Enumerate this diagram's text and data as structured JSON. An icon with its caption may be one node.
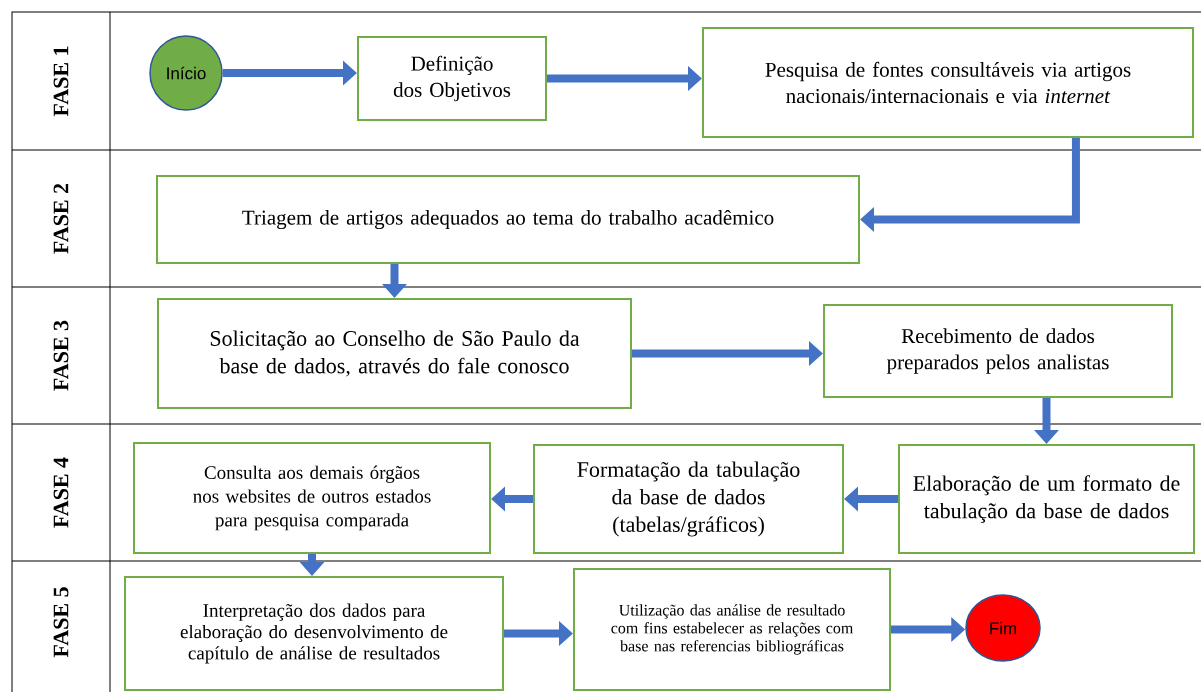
{
  "diagram": {
    "nodes": [
      {
        "text": [
          "Início"
        ]
      },
      {
        "text": [
          "Definição dos Objetivos"
        ]
      },
      {
        "text": [
          "Pesquisa de fontes consultáveis via artigos nacionais/internacionais e via *internet*"
        ]
      },
      {
        "text": [
          "Triagem de artigos adequados ao tema do trabalho acadêmico"
        ]
      },
      {
        "text": [
          "Solicitação ao Conselho de São Paulo da base de dados, através do fale conosco"
        ]
      },
      {
        "text": [
          "Recebimento de dados preparados pelos analistas"
        ]
      },
      {
        "text": [
          "Elaboração de um formato de tabulação da base de dados"
        ]
      },
      {
        "text": [
          "Formatação da tabulação da base de dados (tabelas/gráficos)"
        ]
      },
      {
        "text": [
          "Consulta aos demais órgãos nos websites de outros estados para pesquisa comparada"
        ]
      },
      {
        "text": [
          "Interpretação dos dados para elaboração do desenvolvimento de capítulo de análise de resultados"
        ]
      },
      {
        "text": [
          "Utilização das análise de resultado com fins estabelecer as relações com base nas referencias bibliográficas"
        ]
      },
      {
        "text": [
          "Fim"
        ]
      }
    ],
    "edges": [
      {
        "from": 0,
        "to": 1,
        "arrow": "to"
      },
      {
        "from": 1,
        "to": 2,
        "arrow": "to"
      },
      {
        "from": 2,
        "to": 3,
        "arrow": "to"
      },
      {
        "from": 3,
        "to": 4,
        "arrow": "to"
      },
      {
        "from": 4,
        "to": 5,
        "arrow": "to"
      },
      {
        "from": 5,
        "to": 6,
        "arrow": "to"
      },
      {
        "from": 6,
        "to": 7,
        "arrow": "to"
      },
      {
        "from": 7,
        "to": 8,
        "arrow": "to"
      },
      {
        "from": 8,
        "to": 9,
        "arrow": "to"
      },
      {
        "from": 9,
        "to": 10,
        "arrow": "to"
      },
      {
        "from": 10,
        "to": 11,
        "arrow": "to"
      }
    ],
    "labels": [
      "FASE 1",
      "FASE 2",
      "FASE 3",
      "FASE 4",
      "FASE 5"
    ]
  }
}
